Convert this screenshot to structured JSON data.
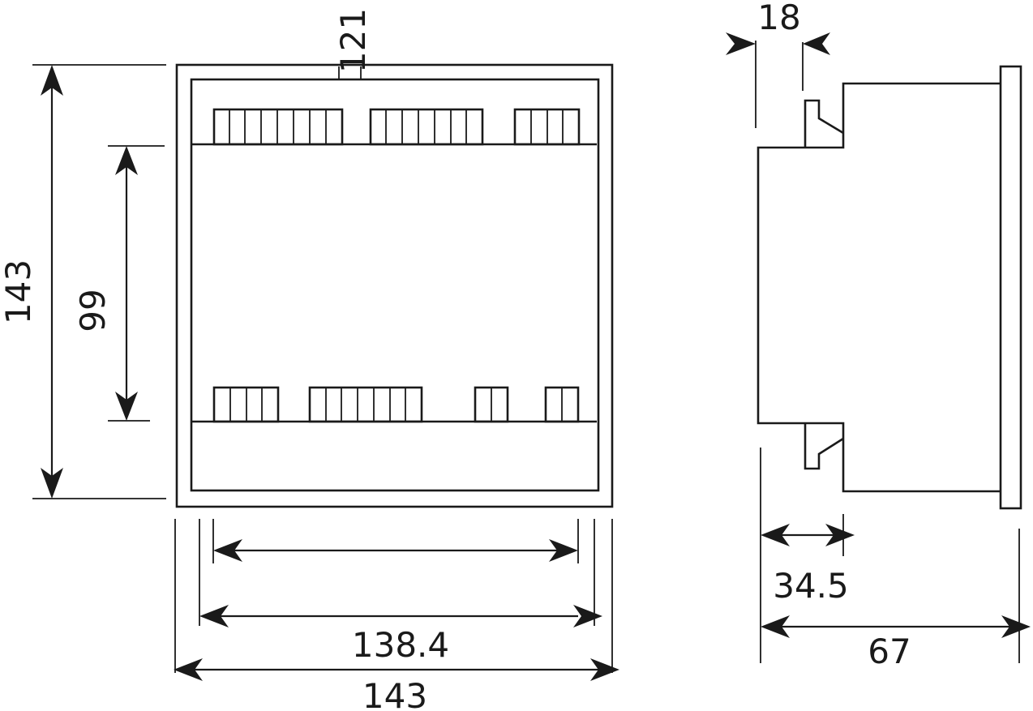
{
  "colors": {
    "line": "#1a1a1a",
    "background": "#ffffff"
  },
  "dimensions": {
    "front_overall_height": "143",
    "front_inner_height": "99",
    "front_top_tab_width": "121",
    "front_middle_width": "138.4",
    "front_overall_width": "143",
    "side_clip_width": "18",
    "side_body_depth": "34.5",
    "side_overall_depth": "67"
  }
}
